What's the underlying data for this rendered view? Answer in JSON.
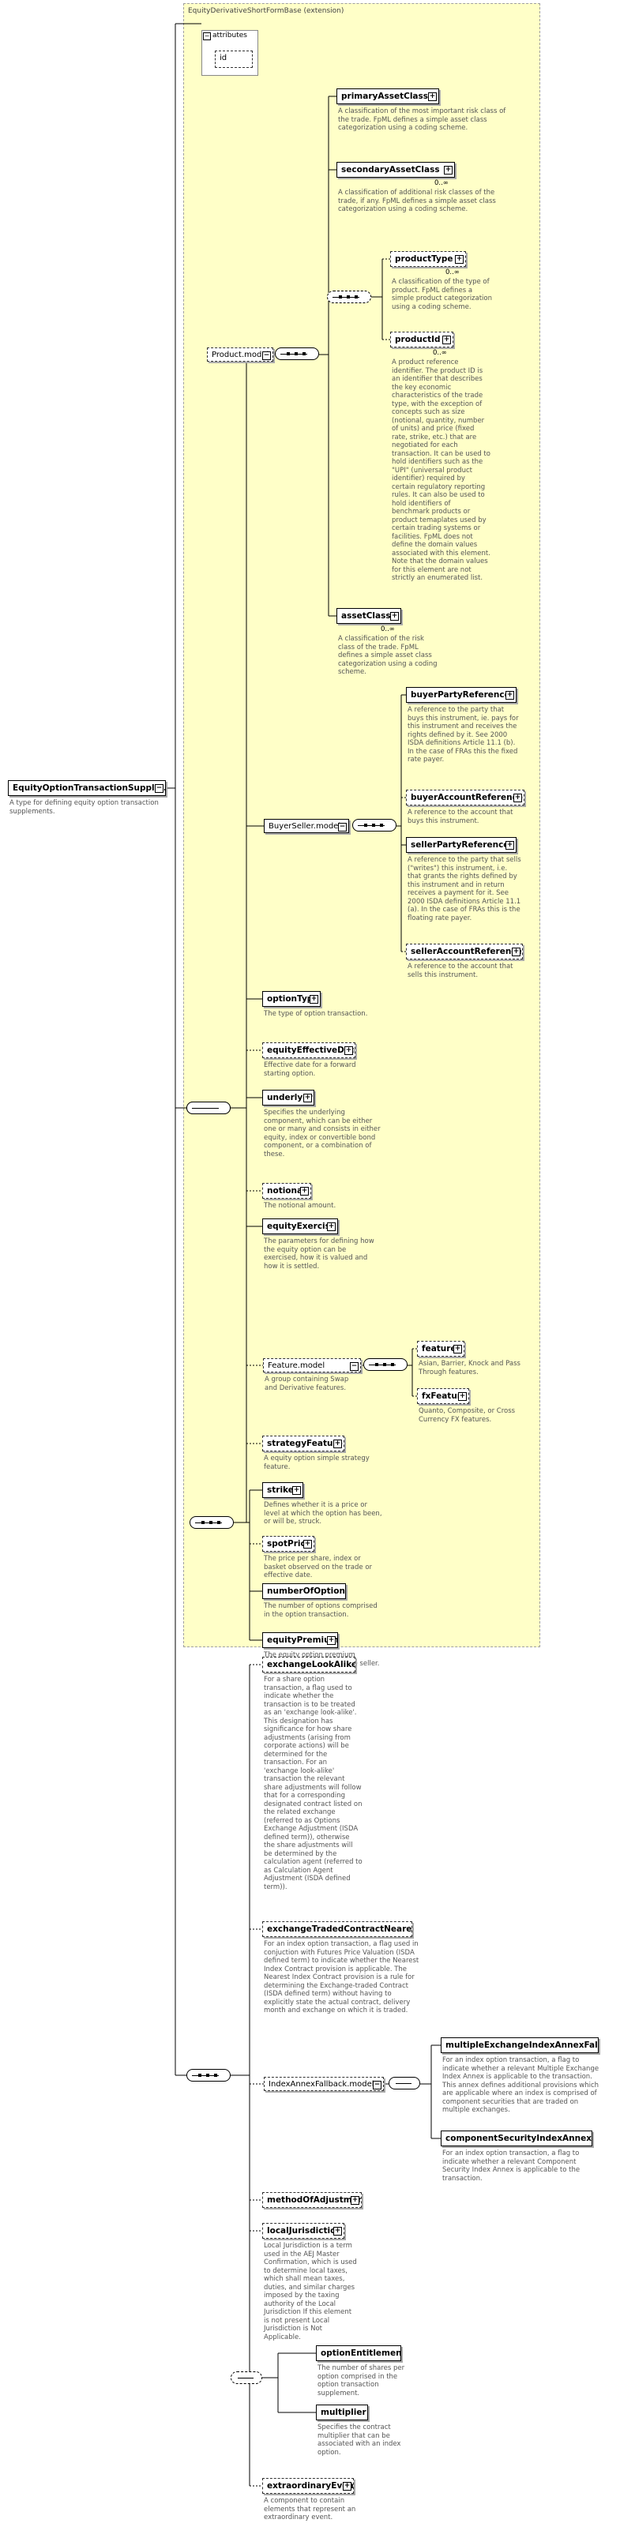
{
  "colors": {
    "extension_fill": "#ffffc8",
    "extension_border": "#a0a0a0",
    "line": "#000000"
  },
  "extension_label": "EquityDerivativeShortFormBase",
  "extension_suffix": "(extension)",
  "attributes_label": "attributes",
  "root": {
    "name": "EquityOptionTransactionSupple...",
    "description": "A type for defining equity option transaction supplements."
  },
  "id_attr": "id",
  "product_model": "Product.model",
  "buyer_seller_model": "BuyerSeller.model",
  "feature_model": "Feature.model",
  "index_annex_fallback_model": "IndexAnnexFallback.model",
  "multiplicity_0_inf": "0..∞",
  "elements": {
    "primaryAssetClass": {
      "name": "primaryAssetClass",
      "description": "A classification of the most important risk class of the trade. FpML defines a simple asset class categorization using a coding scheme."
    },
    "secondaryAssetClass": {
      "name": "secondaryAssetClass",
      "description": "A classification of additional risk classes of the trade, if any. FpML defines a simple asset class categorization using a coding scheme."
    },
    "productType": {
      "name": "productType",
      "description": "A classification of the type of product. FpML defines a simple product categorization using a coding scheme."
    },
    "productId": {
      "name": "productId",
      "description": "A product reference identifier. The product ID is an identifier that describes the key economic characteristics of the trade type, with the exception of concepts such as size (notional, quantity, number of units) and price (fixed rate, strike, etc.) that are negotiated for each transaction. It can be used to hold identifiers such as the \"UPI\" (universal product identifier) required by certain regulatory reporting rules. It can also be used to hold identifiers of benchmark products or product temaplates used by certain trading systems or facilities. FpML does not define the domain values associated with this element. Note that the domain values for this element are not strictly an enumerated list."
    },
    "assetClass": {
      "name": "assetClass",
      "description": "A classification of the risk class of the trade. FpML defines a simple asset class categorization using a coding scheme."
    },
    "buyerPartyReference": {
      "name": "buyerPartyReference",
      "description": "A reference to the party that buys this instrument, ie. pays for this instrument and receives the rights defined by it. See 2000 ISDA definitions Article 11.1 (b). In the case of FRAs this the fixed rate payer."
    },
    "buyerAccountReference": {
      "name": "buyerAccountReference",
      "description": "A reference to the account that buys this instrument."
    },
    "sellerPartyReference": {
      "name": "sellerPartyReference",
      "description": "A reference to the party that sells (\"writes\") this instrument, i.e. that grants the rights defined by this instrument and in return receives a payment for it. See 2000 ISDA definitions Article 11.1 (a). In the case of FRAs this is the floating rate payer."
    },
    "sellerAccountReference": {
      "name": "sellerAccountReference",
      "description": "A reference to the account that sells this instrument."
    },
    "optionType": {
      "name": "optionType",
      "description": "The type of option transaction."
    },
    "equityEffectiveDate": {
      "name": "equityEffectiveDate",
      "description": "Effective date for a forward starting option."
    },
    "underlyer": {
      "name": "underlyer",
      "description": "Specifies the underlying component, which can be either one or many and consists in either equity, index or convertible bond component, or a combination of these."
    },
    "notional": {
      "name": "notional",
      "description": "The notional amount."
    },
    "equityExercise": {
      "name": "equityExercise",
      "description": "The parameters for defining how the equity option can be exercised, how it is valued and how it is settled."
    },
    "feature_model_desc": "A group containing Swap and Derivative features.",
    "feature": {
      "name": "feature",
      "description": "Asian, Barrier, Knock and Pass Through features."
    },
    "fxFeature": {
      "name": "fxFeature",
      "description": "Quanto, Composite, or Cross Currency FX features."
    },
    "strategyFeature": {
      "name": "strategyFeature",
      "description": "A equity option simple strategy feature."
    },
    "strike": {
      "name": "strike",
      "description": "Defines whether it is a price or level at which the option has been, or will be, struck."
    },
    "spotPrice": {
      "name": "spotPrice",
      "description": "The price per share, index or basket observed on the trade or effective date."
    },
    "numberOfOptions": {
      "name": "numberOfOptions",
      "description": "The number of options comprised in the option transaction."
    },
    "equityPremium": {
      "name": "equityPremium",
      "description": "The equity option premium payable by the buyer to the seller."
    },
    "exchangeLookAlike": {
      "name": "exchangeLookAlike",
      "description": "For a share option transaction, a flag used to indicate whether the transaction is to be treated as an 'exchange look-alike'. This designation has significance for how share adjustments (arising from corporate actions) will be determined for the transaction. For an 'exchange look-alike' transaction the relevant share adjustments will follow that for a corresponding designated contract listed on the related exchange (referred to as Options Exchange Adjustment (ISDA defined term)), otherwise the share adjustments will be determined by the calculation agent (referred to as Calculation Agent Adjustment (ISDA defined term))."
    },
    "exchangeTradedContractNearest": {
      "name": "exchangeTradedContractNearest",
      "description": "For an index option transaction, a flag used in conjuction with Futures Price Valuation (ISDA defined term) to indicate whether the Nearest Index Contract provision is applicable. The Nearest Index Contract provision is a rule for determining the Exchange-traded Contract (ISDA defined term) without having to explicitly state the actual contract, delivery month and exchange on which it is traded."
    },
    "multipleExchangeIndexAnnexFallback": {
      "name": "multipleExchangeIndexAnnexFal...",
      "description": "For an index option transaction, a flag to indicate whether a relevant Multiple Exchange Index Annex is applicable to the transaction. This annex defines additional provisions which are applicable where an index is comprised of component securities that are traded on multiple exchanges."
    },
    "componentSecurityIndexAnnexFallback": {
      "name": "componentSecurityIndexAnnex...",
      "description": "For an index option transaction, a flag to indicate whether a relevant Component Security Index Annex is applicable to the transaction."
    },
    "methodOfAdjustment": {
      "name": "methodOfAdjustment",
      "description": ""
    },
    "localJurisdiction": {
      "name": "localJurisdiction",
      "description": "Local Jurisdiction is a term used in the AEJ Master Confirmation, which is used to determine local taxes, which shall mean taxes, duties, and similar charges imposed by the taxing authority of the Local Jurisdiction If this element is not present Local Jurisdiction is Not Applicable."
    },
    "optionEntitlement": {
      "name": "optionEntitlement",
      "description": "The number of shares per option comprised in the option transaction supplement."
    },
    "multiplier": {
      "name": "multiplier",
      "description": "Specifies the contract multiplier that can be associated with an index option."
    },
    "extraordinaryEvents": {
      "name": "extraordinaryEvents",
      "description": "A component to contain elements that represent an extraordinary event."
    }
  }
}
